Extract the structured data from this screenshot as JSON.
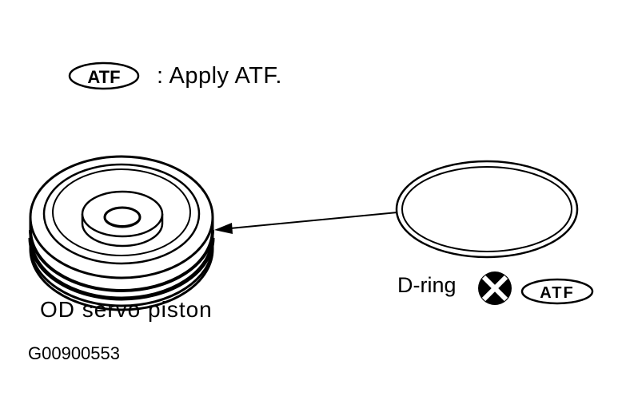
{
  "legend": {
    "badge": "ATF",
    "text": ": Apply ATF."
  },
  "parts": {
    "piston_label": "OD servo piston",
    "oring_label": "D-ring",
    "oring_badge": "ATF",
    "replace_icon": "x-circle-icon"
  },
  "figure_id": "G00900553",
  "colors": {
    "ink": "#000000",
    "background": "#ffffff"
  }
}
